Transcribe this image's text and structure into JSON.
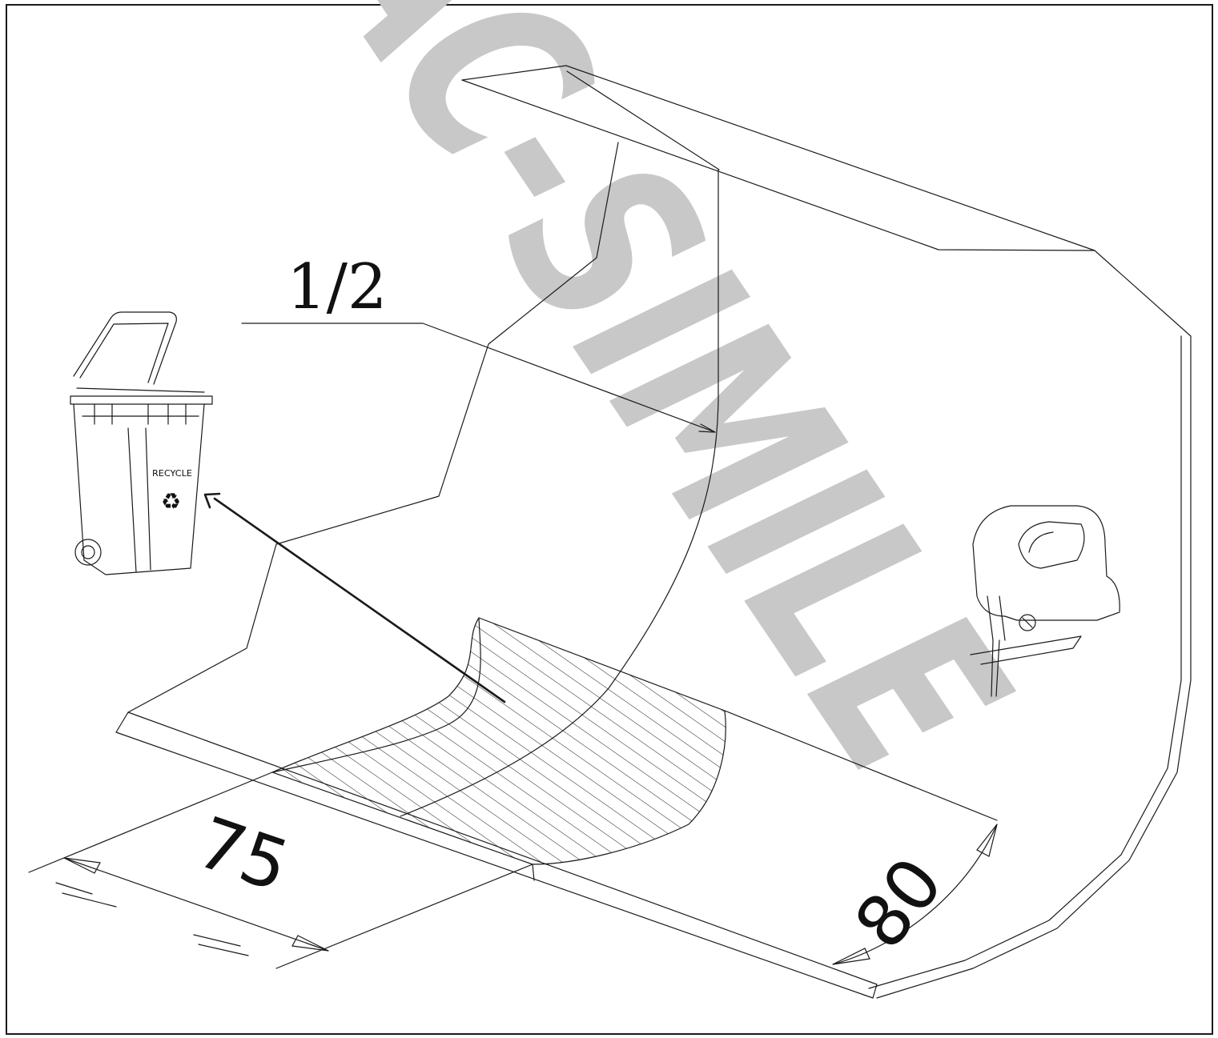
{
  "watermark": {
    "text": "AC-SIMILE",
    "color": "#c8c8c8"
  },
  "labels": {
    "fraction": "1/2",
    "dim_width": "75",
    "dim_depth": "80",
    "bin_label": "RECYCLE",
    "recycle_symbol": "♻"
  },
  "icons": [
    "recycle-bin-icon",
    "jigsaw-icon",
    "recycle-symbol-icon"
  ],
  "colors": {
    "line": "#1a1a1a",
    "watermark": "#c8c8c8"
  }
}
